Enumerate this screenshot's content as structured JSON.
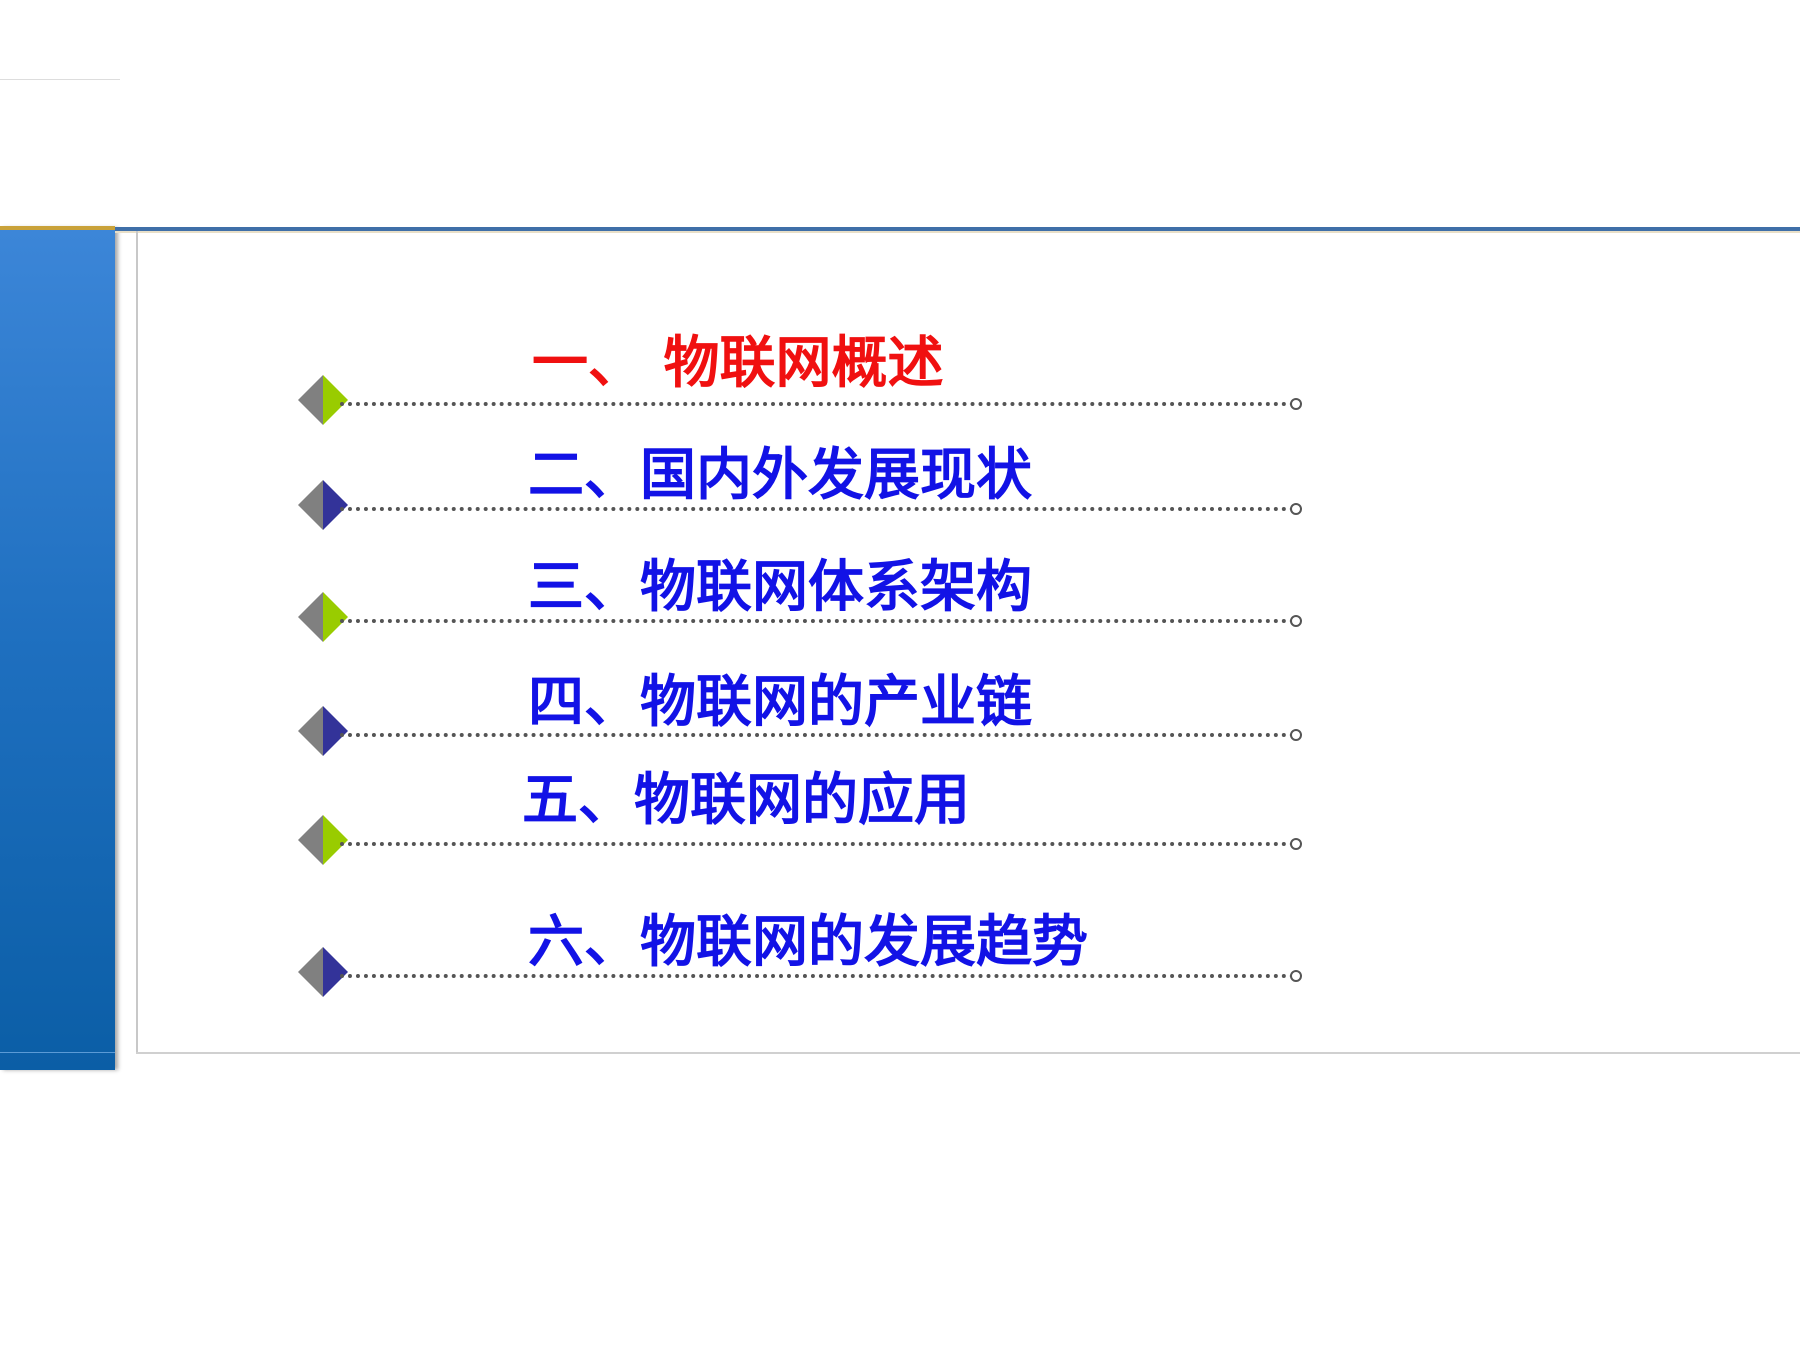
{
  "toc": {
    "items": [
      {
        "label": "一、 物联网概述",
        "active": true,
        "accent": "#99cc00"
      },
      {
        "label": "二、国内外发展现状",
        "active": false,
        "accent": "#333399"
      },
      {
        "label": "三、物联网体系架构",
        "active": false,
        "accent": "#99cc00"
      },
      {
        "label": "四、物联网的产业链",
        "active": false,
        "accent": "#333399"
      },
      {
        "label": "五、物联网的应用",
        "active": false,
        "accent": "#99cc00"
      },
      {
        "label": "六、物联网的发展趋势",
        "active": false,
        "accent": "#333399"
      }
    ]
  },
  "colors": {
    "active": "#f01010",
    "normal": "#1212e6",
    "sidebar": "#1e6fbf"
  }
}
